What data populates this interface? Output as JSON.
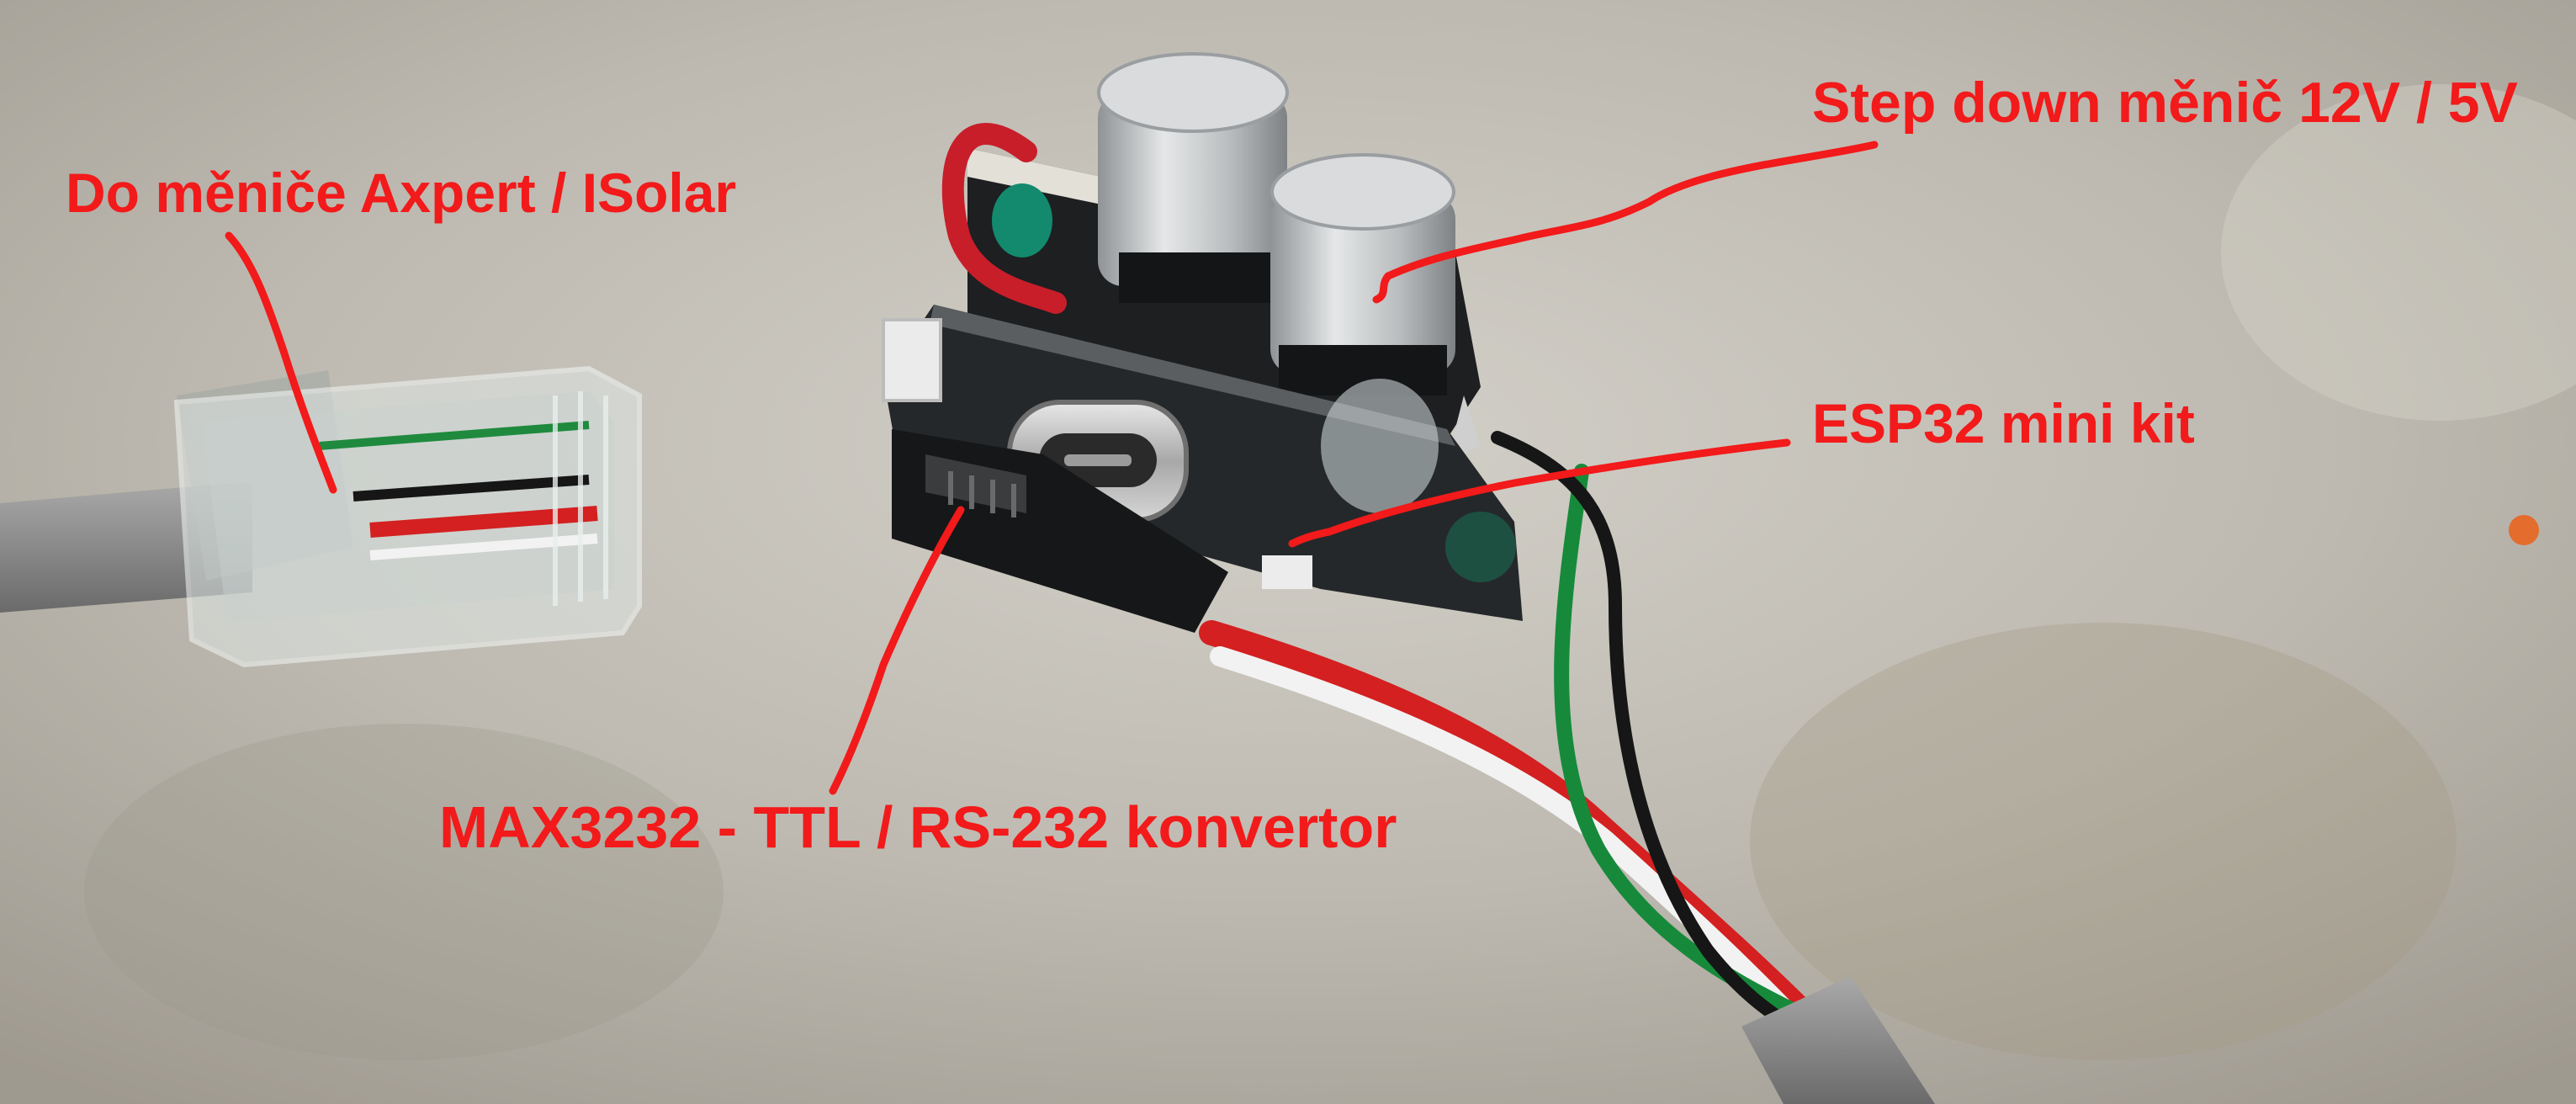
{
  "labels": {
    "inverter": "Do měniče Axpert / ISolar",
    "stepdown": "Step down měnič 12V / 5V",
    "esp32": "ESP32 mini kit",
    "max3232": "MAX3232 - TTL / RS-232 konvertor"
  },
  "colors": {
    "annotation": "#f21a1a",
    "background": "#b7b3aa",
    "cable_gray": "#8d8d8d",
    "wire_red": "#d42020",
    "wire_green": "#168a3a",
    "wire_black": "#161616",
    "pcb_black": "#202224",
    "capacitor": "#c9ccce"
  }
}
